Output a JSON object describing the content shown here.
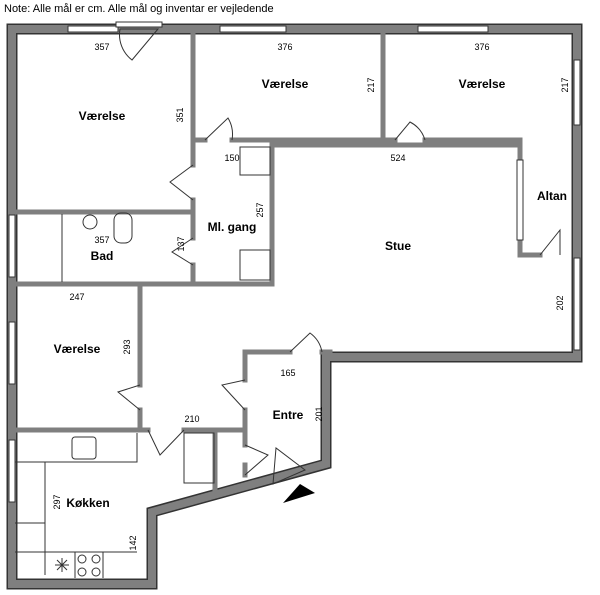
{
  "note": "Note: Alle mål er cm. Alle mål og inventar er vejledende",
  "rooms": {
    "bedroom1": "Værelse",
    "bedroom2": "Værelse",
    "bedroom3": "Værelse",
    "bedroom4": "Værelse",
    "bathroom": "Bad",
    "hallway": "Ml. gang",
    "living": "Stue",
    "balcony": "Altan",
    "entrance": "Entre",
    "kitchen": "Køkken"
  },
  "dimensions": {
    "bedroom1_width": "357",
    "bedroom1_depth": "351",
    "bedroom2_width": "376",
    "bedroom2_depth": "217",
    "bedroom3_width": "376",
    "bedroom3_depth": "217",
    "bathroom_width": "357",
    "bathroom_depth": "137",
    "hallway_width": "150",
    "hallway_depth": "257",
    "living_width": "524",
    "living_depth": "202",
    "bedroom4_width": "247",
    "bedroom4_depth": "293",
    "corridor_width": "210",
    "entrance_width": "165",
    "entrance_depth": "201",
    "kitchen_depth": "297",
    "kitchen_width": "142"
  }
}
